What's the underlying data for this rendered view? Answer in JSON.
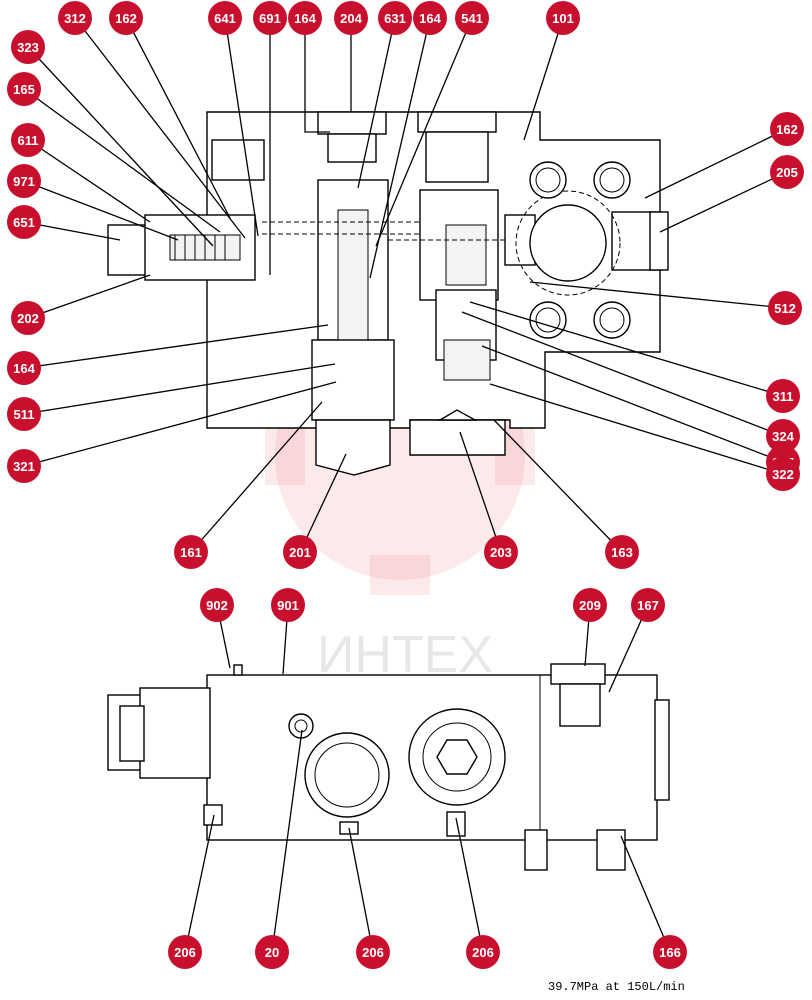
{
  "watermark": {
    "text": "ИНТЕХ"
  },
  "footer": {
    "note": "39.7MPa at 150L/min"
  },
  "callouts": [
    {
      "label": "312"
    },
    {
      "label": "162"
    },
    {
      "label": "641"
    },
    {
      "label": "691"
    },
    {
      "label": "164"
    },
    {
      "label": "204"
    },
    {
      "label": "631"
    },
    {
      "label": "164"
    },
    {
      "label": "541"
    },
    {
      "label": "101"
    },
    {
      "label": "323"
    },
    {
      "label": "165"
    },
    {
      "label": "611"
    },
    {
      "label": "971"
    },
    {
      "label": "651"
    },
    {
      "label": "202"
    },
    {
      "label": "164"
    },
    {
      "label": "511"
    },
    {
      "label": "321"
    },
    {
      "label": "162"
    },
    {
      "label": "205"
    },
    {
      "label": "512"
    },
    {
      "label": "311"
    },
    {
      "label": "324"
    },
    {
      "label": "207"
    },
    {
      "label": "322"
    },
    {
      "label": "161"
    },
    {
      "label": "201"
    },
    {
      "label": "203"
    },
    {
      "label": "163"
    },
    {
      "label": "902"
    },
    {
      "label": "901"
    },
    {
      "label": "209"
    },
    {
      "label": "167"
    },
    {
      "label": "206"
    },
    {
      "label": "20"
    },
    {
      "label": "206"
    },
    {
      "label": "206"
    },
    {
      "label": "166"
    }
  ]
}
